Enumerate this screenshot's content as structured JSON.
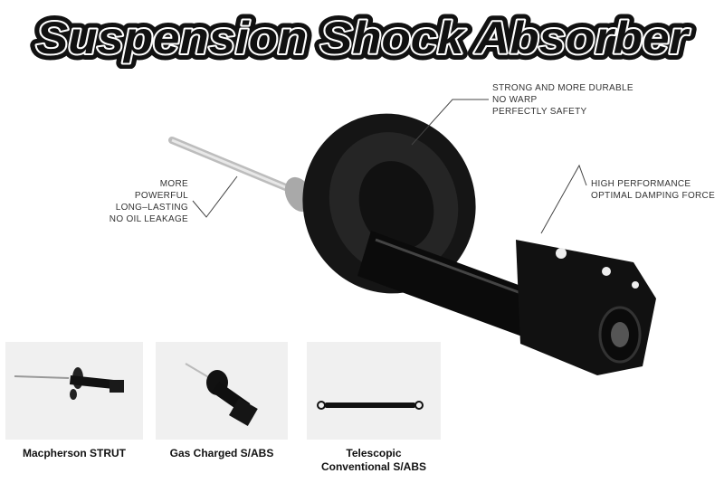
{
  "title": "Suspension Shock Absorber",
  "callouts": {
    "top": [
      "STRONG AND MORE DURABLE",
      "NO WARP",
      "PERFECTLY SAFETY"
    ],
    "left": [
      "MORE",
      "POWERFUL",
      "LONG–LASTING",
      "NO OIL LEAKAGE"
    ],
    "right": [
      "HIGH PERFORMANCE",
      "OPTIMAL DAMPING FORCE"
    ]
  },
  "products": [
    {
      "caption_lines": [
        "Macpherson STRUT"
      ],
      "icon": "macpherson-strut-image"
    },
    {
      "caption_lines": [
        "Gas Charged S/ABS"
      ],
      "icon": "gas-charged-shock-image"
    },
    {
      "caption_lines": [
        "Telescopic",
        "Conventional S/ABS"
      ],
      "icon": "telescopic-shock-image"
    }
  ],
  "colors": {
    "title_fill": "#111111",
    "title_outline": "#ffffff",
    "part": "#0b0b0b",
    "thumb_bg": "#f0f0f0"
  }
}
